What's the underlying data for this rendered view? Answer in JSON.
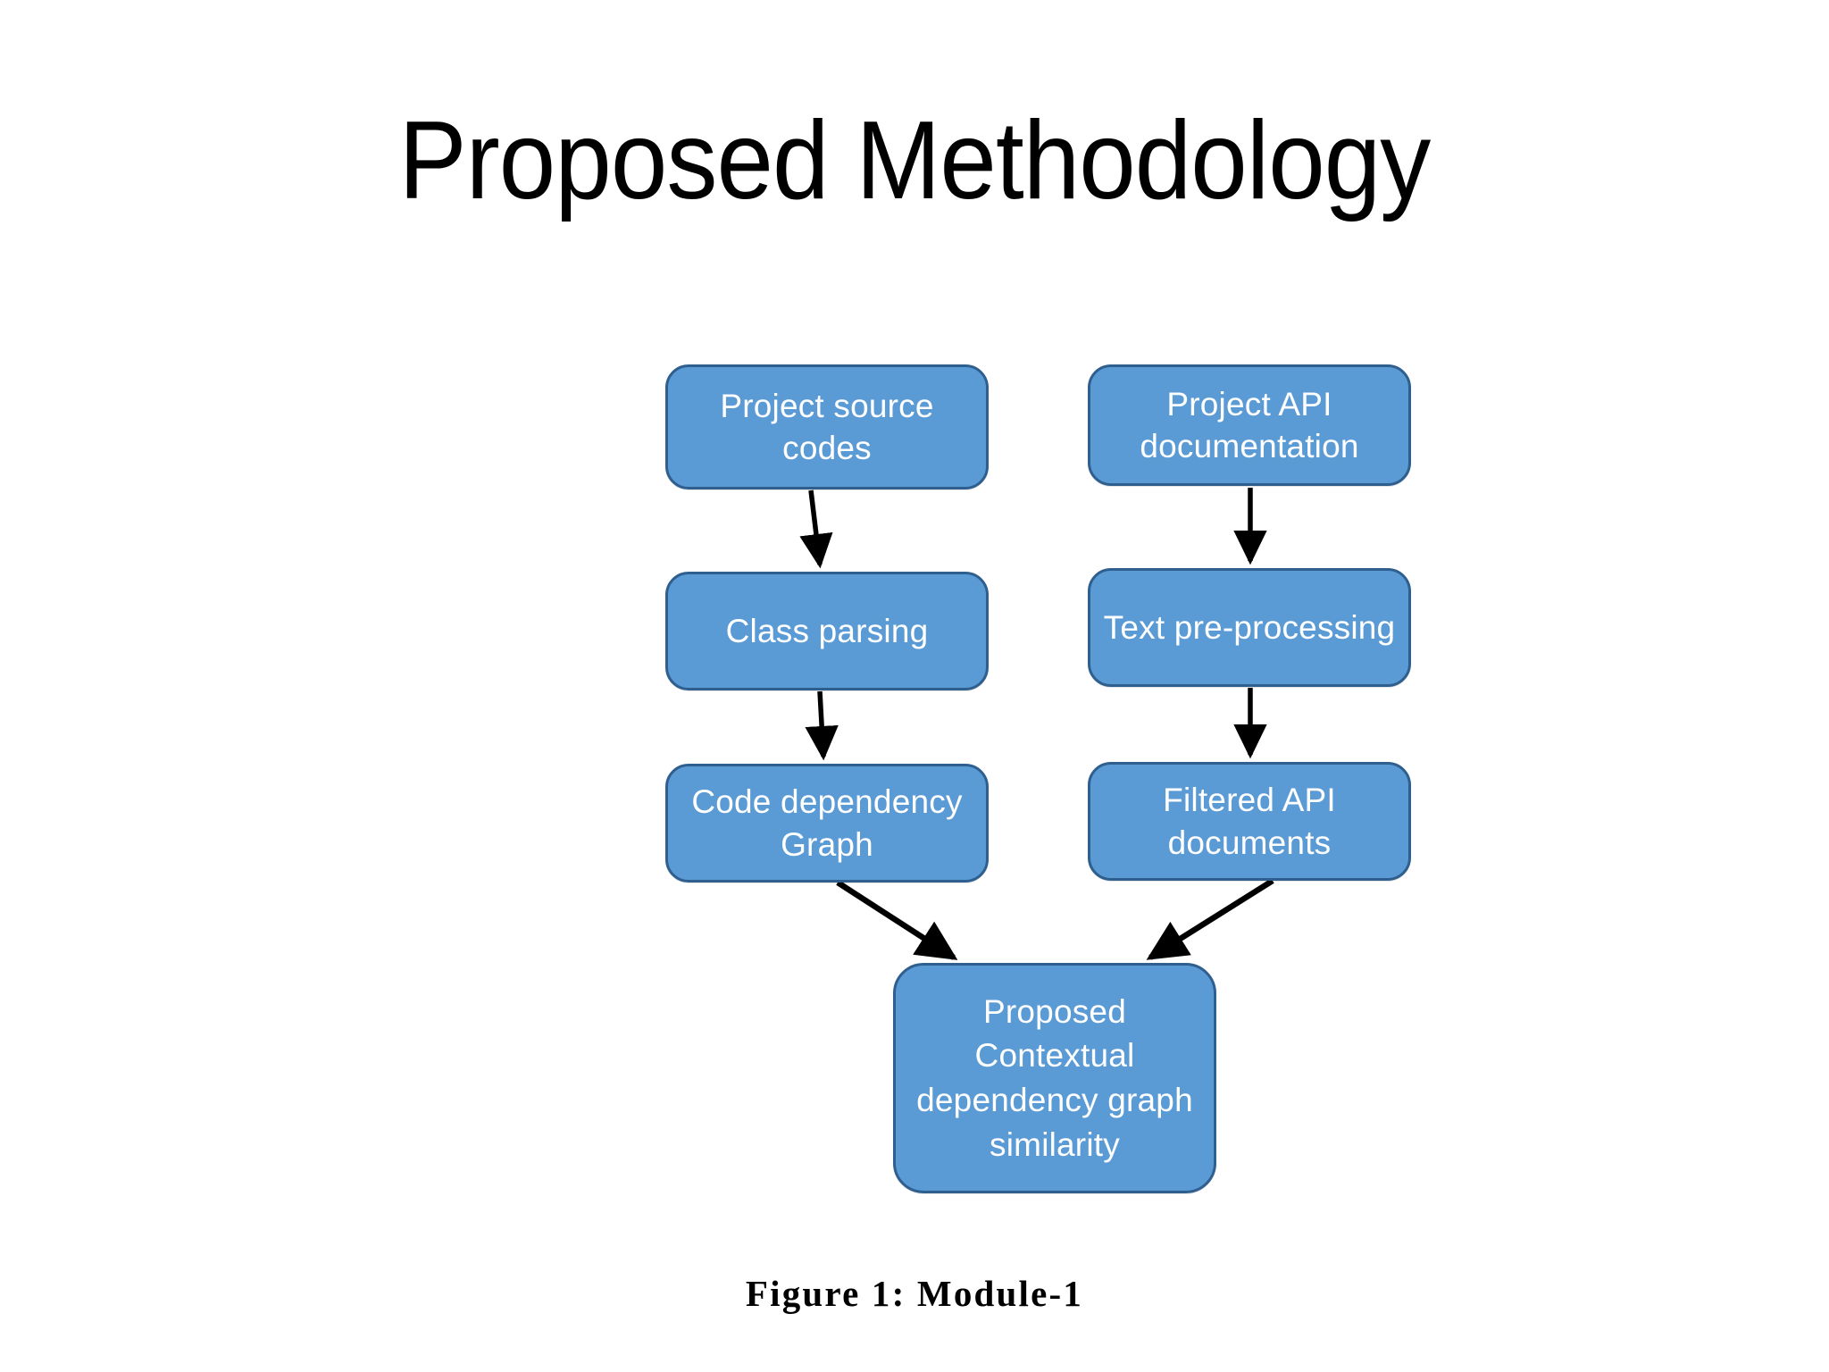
{
  "slide": {
    "title": "Proposed Methodology",
    "caption": "Figure 1: Module-1",
    "background_color": "#FFFFFF"
  },
  "theme": {
    "node_fill": "#5B9BD5",
    "node_border": "#2E5F8E",
    "node_text_color": "#FFFFFF",
    "arrow_color": "#000000",
    "title_color": "#000000"
  },
  "diagram": {
    "type": "flowchart",
    "name": "Module-1 proposed methodology pipeline",
    "nodes": [
      {
        "id": "source_codes",
        "label": "Project source\ncodes",
        "column": "left",
        "row": 1
      },
      {
        "id": "api_doc",
        "label": "Project API\ndocumentation",
        "column": "right",
        "row": 1
      },
      {
        "id": "class_parsing",
        "label": "Class parsing",
        "column": "left",
        "row": 2
      },
      {
        "id": "text_prep",
        "label": "Text pre-processing",
        "column": "right",
        "row": 2
      },
      {
        "id": "code_graph",
        "label": "Code dependency\nGraph",
        "column": "left",
        "row": 3
      },
      {
        "id": "filtered_api",
        "label": "Filtered API\ndocuments",
        "column": "right",
        "row": 3
      },
      {
        "id": "proposed",
        "label": "Proposed\nContextual\ndependency graph\nsimilarity",
        "column": "center",
        "row": 4
      }
    ],
    "edges": [
      {
        "from": "source_codes",
        "to": "class_parsing",
        "style": "arrow"
      },
      {
        "from": "api_doc",
        "to": "text_prep",
        "style": "arrow"
      },
      {
        "from": "class_parsing",
        "to": "code_graph",
        "style": "arrow"
      },
      {
        "from": "text_prep",
        "to": "filtered_api",
        "style": "arrow"
      },
      {
        "from": "code_graph",
        "to": "proposed",
        "style": "arrow"
      },
      {
        "from": "filtered_api",
        "to": "proposed",
        "style": "arrow"
      }
    ]
  }
}
